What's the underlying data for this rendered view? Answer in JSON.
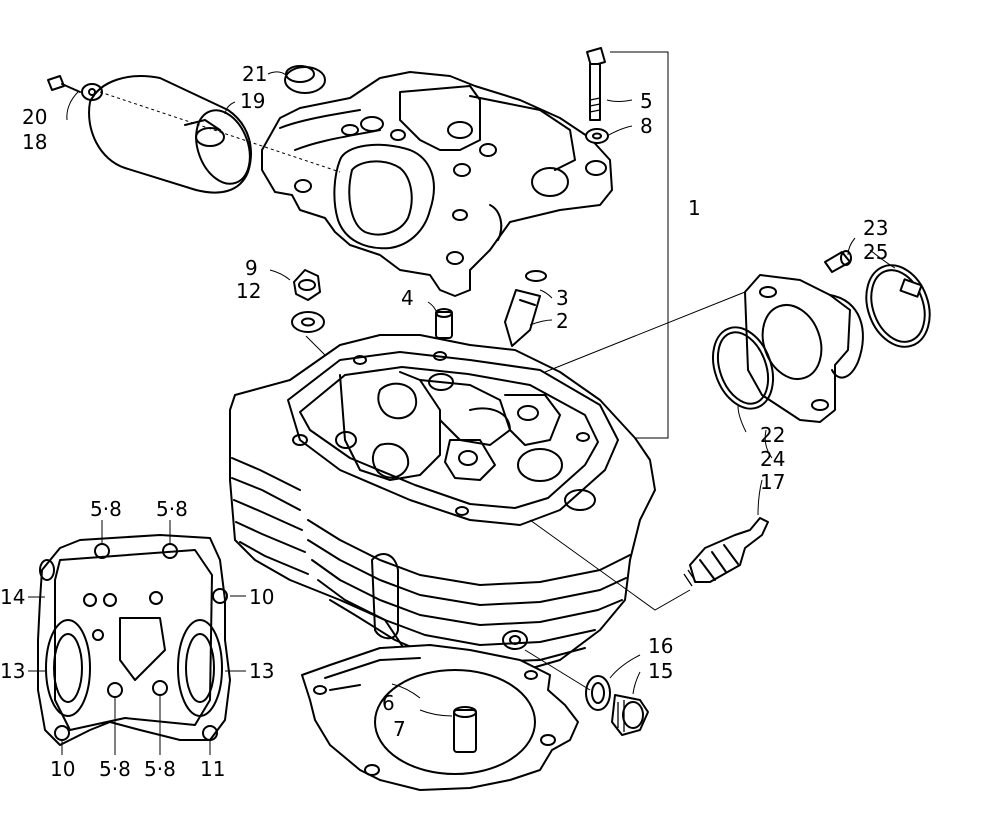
{
  "callouts": {
    "c1": "1",
    "c2": "2",
    "c3": "3",
    "c4": "4",
    "c5": "5",
    "c6": "6",
    "c7": "7",
    "c8": "8",
    "c9": "9",
    "c12": "12",
    "c13a": "13",
    "c13b": "13",
    "c14": "14",
    "c15": "15",
    "c16": "16",
    "c17": "17",
    "c18": "18",
    "c19": "19",
    "c20": "20",
    "c21": "21",
    "c22": "22",
    "c23": "23",
    "c24": "24",
    "c25": "25",
    "c10a": "10",
    "c10b": "10",
    "c11": "11",
    "c58a": "5·8",
    "c58b": "5·8",
    "c58c": "5·8",
    "c58d": "5·8"
  },
  "colors": {
    "line": "#000000",
    "background": "#ffffff"
  }
}
